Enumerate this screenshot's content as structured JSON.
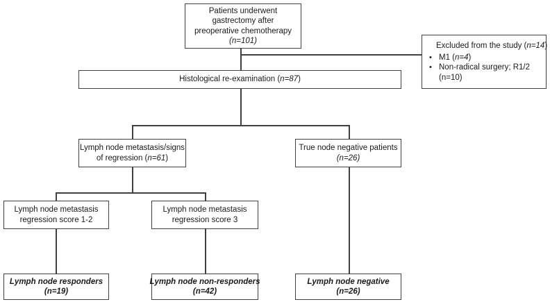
{
  "diagram": {
    "title": "Patient selection flow diagram",
    "type": "flowchart",
    "nodes": {
      "enrolled": {
        "line1": "Patients underwent",
        "line2": "gastrectomy after",
        "line3": "preoperative chemotherapy",
        "count": "(n=101)"
      },
      "excluded": {
        "heading_text": "Excluded from the study (",
        "heading_n": "n=14",
        "heading_close": ")",
        "bullet_symbol": "•",
        "item1_text": "M1 (",
        "item1_n": "n=4",
        "item1_close": ")",
        "item2_text": "Non-radical surgery; R1/2",
        "item2_line2": "(n=10)"
      },
      "reexam": {
        "text": "Histological re-examination (",
        "count": "n=87",
        "close": ")"
      },
      "metastasis": {
        "line1": "Lymph node metastasis/signs",
        "line2_text": "of regression (",
        "line2_n": "n=61",
        "line2_close": ")"
      },
      "true_negative": {
        "line1": "True node negative patients",
        "count": "(n=26)"
      },
      "score12": {
        "line1": "Lymph node metastasis",
        "line2": "regression score 1-2"
      },
      "score3": {
        "line1": "Lymph node metastasis",
        "line2": "regression score 3"
      },
      "responders": {
        "line1": "Lymph node responders",
        "count": "(n=19)"
      },
      "nonresponders": {
        "line1": "Lymph node non-responders",
        "count": "(n=42)"
      },
      "negative": {
        "line1": "Lymph node negative",
        "count": "(n=26)"
      }
    },
    "colors": {
      "border": "#404040",
      "text": "#1a1a1a",
      "background": "#ffffff"
    }
  }
}
